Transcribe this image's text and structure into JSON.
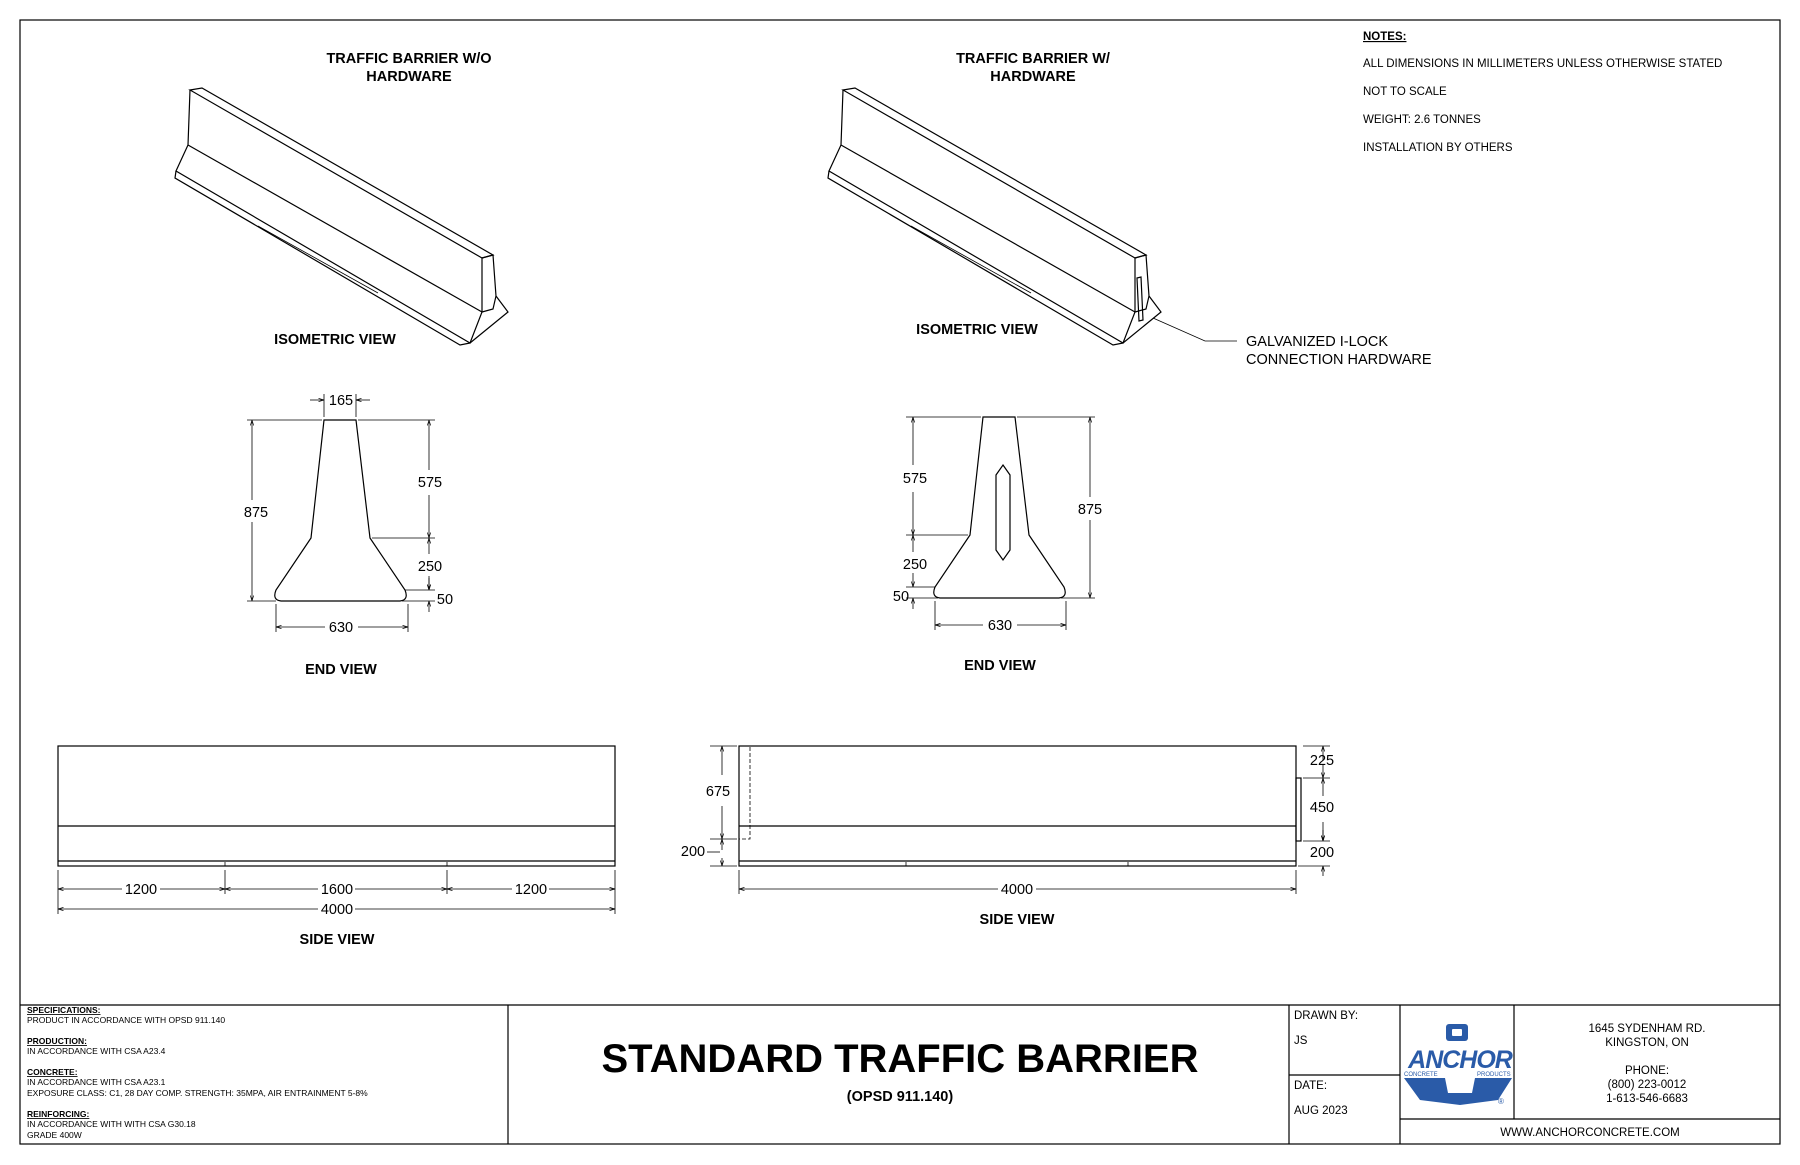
{
  "notes": {
    "heading": "NOTES:",
    "items": [
      "ALL DIMENSIONS IN MILLIMETERS UNLESS OTHERWISE STATED",
      "NOT TO SCALE",
      "WEIGHT: 2.6 TONNES",
      "INSTALLATION BY OTHERS"
    ]
  },
  "views": {
    "left": {
      "title_line1": "TRAFFIC BARRIER W/O",
      "title_line2": "HARDWARE",
      "isometric_label": "ISOMETRIC VIEW",
      "end_view_label": "END VIEW",
      "side_view_label": "SIDE VIEW",
      "end_dims": {
        "top": "165",
        "height": "875",
        "upper": "575",
        "middle": "250",
        "base": "50",
        "width": "630"
      },
      "side_dims": {
        "seg1": "1200",
        "seg2": "1600",
        "seg3": "1200",
        "total": "4000"
      }
    },
    "right": {
      "title_line1": "TRAFFIC BARRIER W/",
      "title_line2": "HARDWARE",
      "isometric_label": "ISOMETRIC VIEW",
      "callout_line1": "GALVANIZED I-LOCK",
      "callout_line2": "CONNECTION HARDWARE",
      "end_view_label": "END VIEW",
      "side_view_label": "SIDE VIEW",
      "end_dims": {
        "upper": "575",
        "middle": "250",
        "base": "50",
        "height": "875",
        "width": "630"
      },
      "side_dims": {
        "left_upper": "675",
        "left_lower": "200",
        "right_top": "225",
        "right_mid": "450",
        "right_bot": "200",
        "total": "4000"
      }
    }
  },
  "title_block": {
    "specs": [
      {
        "heading": "SPECIFICATIONS:",
        "lines": [
          "PRODUCT IN ACCORDANCE WITH OPSD 911.140"
        ]
      },
      {
        "heading": "PRODUCTION:",
        "lines": [
          "IN ACCORDANCE WITH CSA A23.4"
        ]
      },
      {
        "heading": "CONCRETE:",
        "lines": [
          "IN ACCORDANCE WITH CSA A23.1",
          "EXPOSURE CLASS: C1, 28 DAY COMP. STRENGTH: 35MPA, AIR ENTRAINMENT 5-8%"
        ]
      },
      {
        "heading": "REINFORCING:",
        "lines": [
          "IN ACCORDANCE WITH WITH CSA G30.18",
          "GRADE 400W"
        ]
      }
    ],
    "title": "STANDARD TRAFFIC BARRIER",
    "subtitle": "(OPSD 911.140)",
    "drawn_by_label": "DRAWN BY:",
    "drawn_by": "JS",
    "date_label": "DATE:",
    "date": "AUG 2023",
    "logo": {
      "name": "ANCHOR",
      "left": "CONCRETE",
      "right": "PRODUCTS",
      "mark": "®",
      "color": "#2a5ba8"
    },
    "address_line1": "1645 SYDENHAM RD.",
    "address_line2": "KINGSTON, ON",
    "phone_label": "PHONE:",
    "phone1": "(800) 223-0012",
    "phone2": "1-613-546-6683",
    "website": "WWW.ANCHORCONCRETE.COM"
  }
}
